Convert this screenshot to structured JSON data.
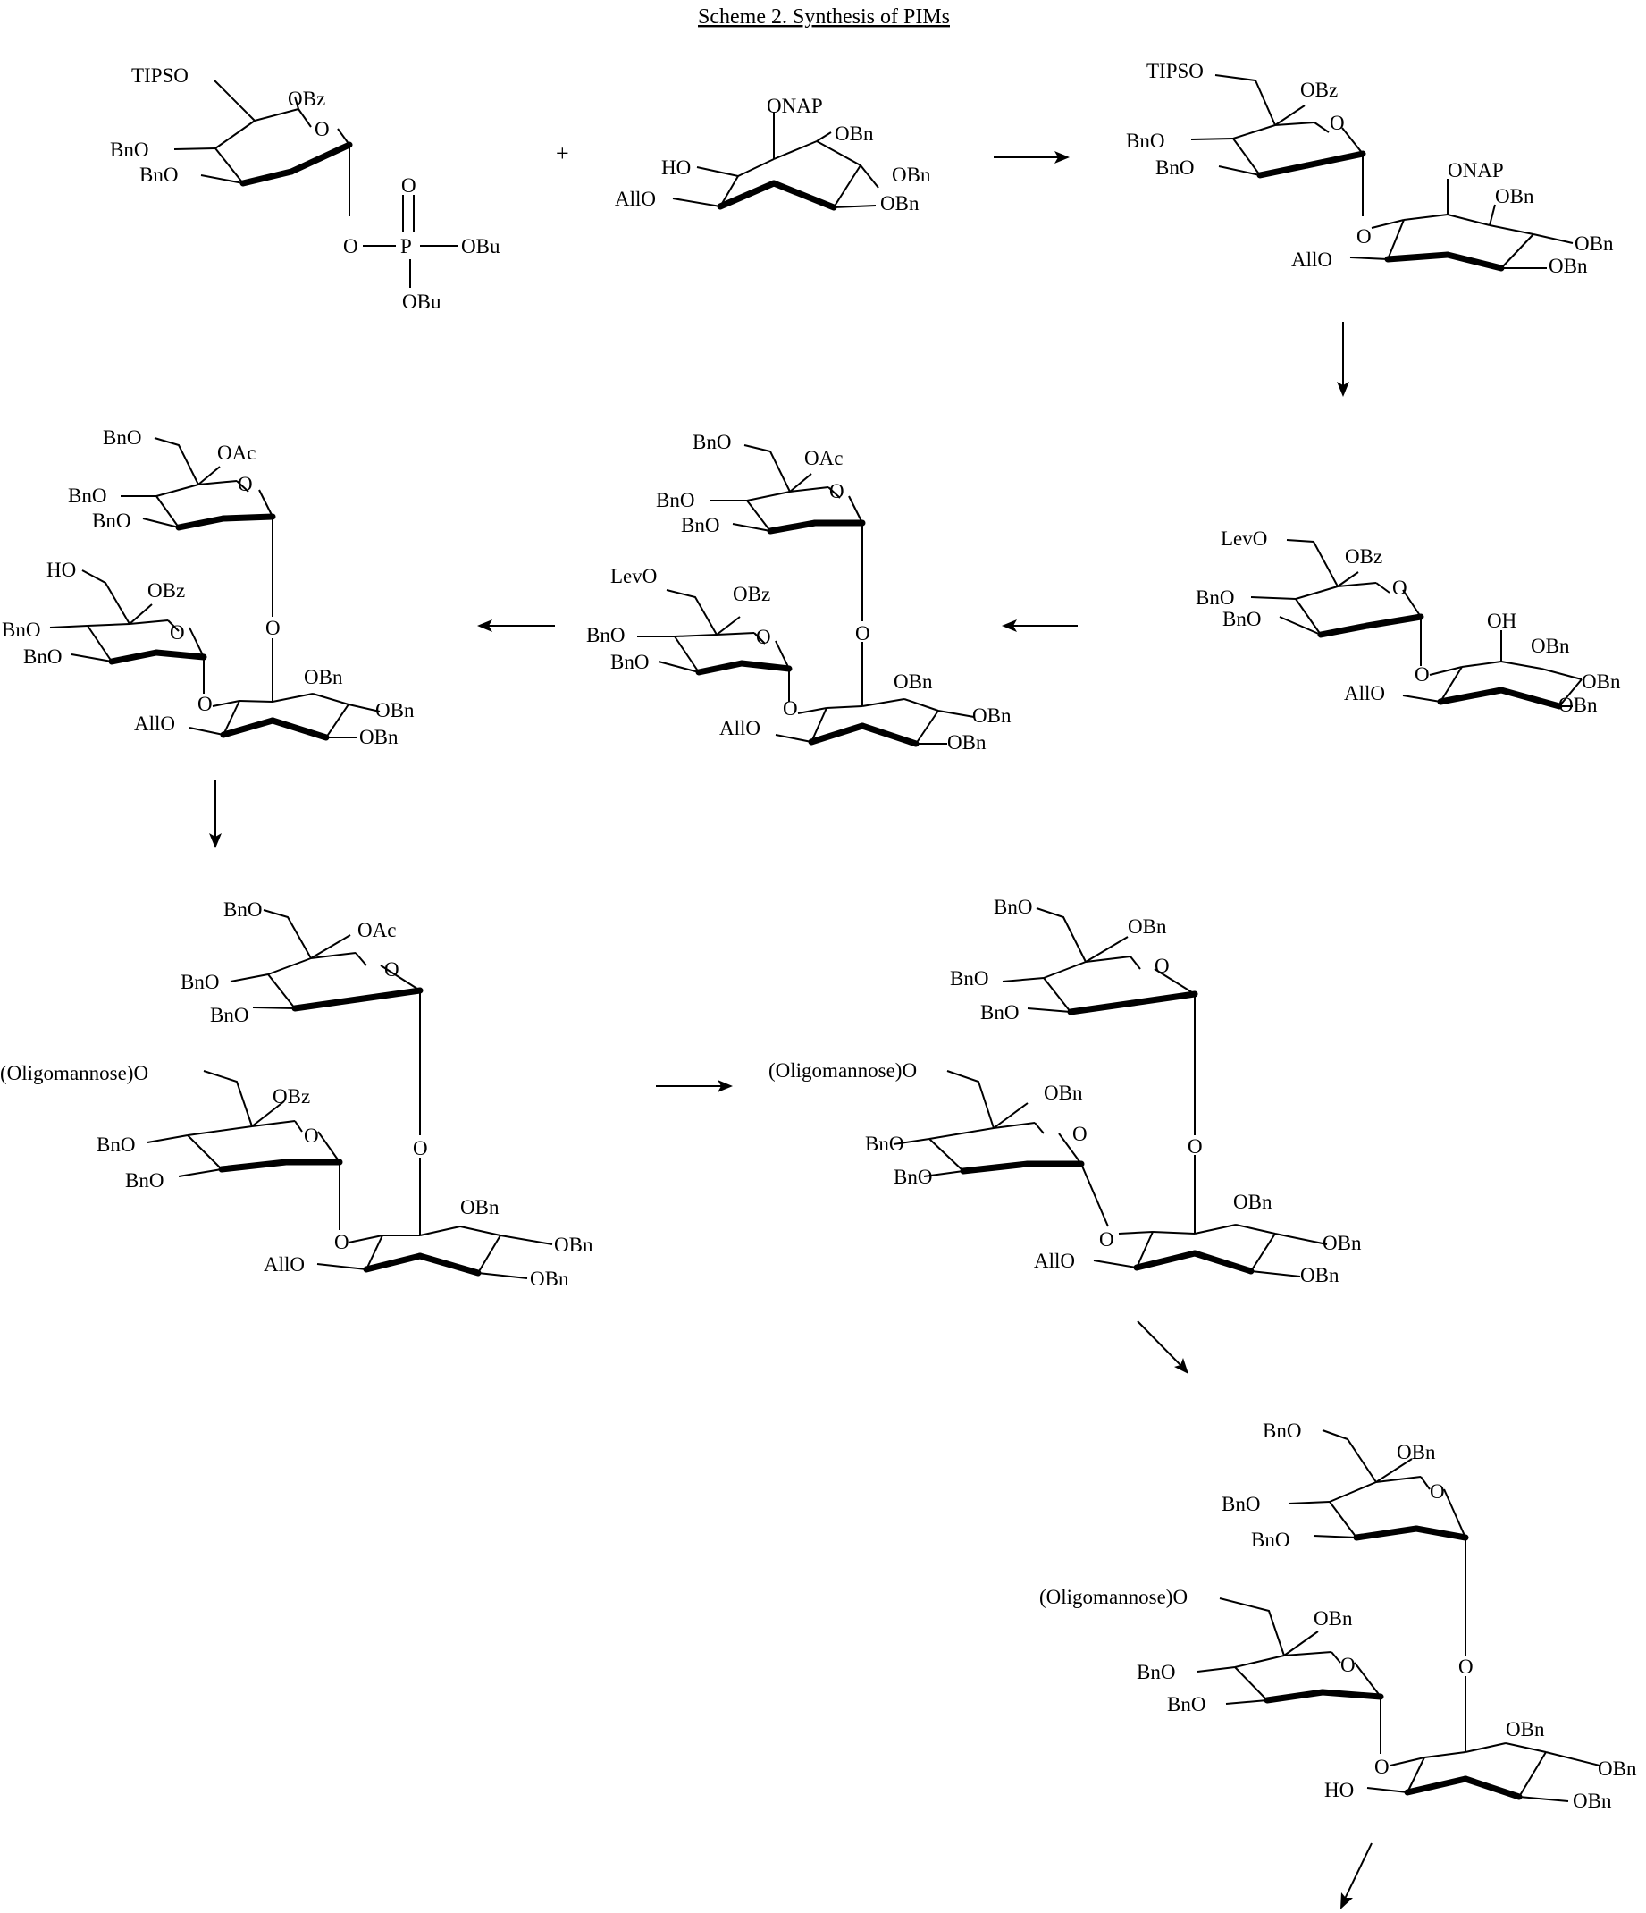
{
  "title": "Scheme 2. Synthesis of PIMs",
  "plus": "+",
  "mol1": {
    "o6": "TIPSO",
    "o2": "OBz",
    "o4": "BnO",
    "o3": "BnO",
    "ring_o": "O",
    "o1": "O",
    "p": "P",
    "p_o": "O",
    "obu1": "OBu",
    "obu2": "OBu"
  },
  "mol2": {
    "onap": "ONAP",
    "obn1": "OBn",
    "ho": "HO",
    "obn2": "OBn",
    "allo": "AllO",
    "obn3": "OBn"
  },
  "mol3": {
    "o6": "TIPSO",
    "o2": "OBz",
    "o4": "BnO",
    "o3": "BnO",
    "ring_o": "O",
    "link": "O",
    "onap": "ONAP",
    "obn1": "OBn",
    "obn2": "OBn",
    "allo": "AllO",
    "obn3": "OBn"
  },
  "mol4": {
    "o6": "LevO",
    "o2": "OBz",
    "o4": "BnO",
    "o3": "BnO",
    "ring_o": "O",
    "link": "O",
    "oh": "OH",
    "obn1": "OBn",
    "obn2": "OBn",
    "allo": "AllO",
    "obn3": "OBn"
  },
  "mol5": {
    "a_o6": "BnO",
    "a_o2": "OAc",
    "a_o4": "BnO",
    "a_o3": "BnO",
    "a_ring": "O",
    "b_o6": "LevO",
    "b_o2": "OBz",
    "b_o4": "BnO",
    "b_o3": "BnO",
    "b_ring": "O",
    "link1": "O",
    "link2": "O",
    "obn1": "OBn",
    "obn2": "OBn",
    "allo": "AllO",
    "obn3": "OBn"
  },
  "mol6": {
    "a_o6": "BnO",
    "a_o2": "OAc",
    "a_o4": "BnO",
    "a_o3": "BnO",
    "a_ring": "O",
    "b_o6": "HO",
    "b_o2": "OBz",
    "b_o4": "BnO",
    "b_o3": "BnO",
    "b_ring": "O",
    "link1": "O",
    "link2": "O",
    "obn1": "OBn",
    "obn2": "OBn",
    "allo": "AllO",
    "obn3": "OBn"
  },
  "mol7": {
    "a_o6": "BnO",
    "a_o2": "OAc",
    "a_o4": "BnO",
    "a_o3": "BnO",
    "a_ring": "O",
    "b_o6": "(Oligomannose)O",
    "b_o2": "OBz",
    "b_o4": "BnO",
    "b_o3": "BnO",
    "b_ring": "O",
    "link1": "O",
    "link2": "O",
    "obn1": "OBn",
    "obn2": "OBn",
    "allo": "AllO",
    "obn3": "OBn"
  },
  "mol8": {
    "a_o6": "BnO",
    "a_o2": "OBn",
    "a_o4": "BnO",
    "a_o3": "BnO",
    "a_ring": "O",
    "b_o6": "(Oligomannose)O",
    "b_o2": "OBn",
    "b_o4": "BnO",
    "b_o3": "BnO",
    "b_ring": "O",
    "link1": "O",
    "link2": "O",
    "obn1": "OBn",
    "obn2": "OBn",
    "allo": "AllO",
    "obn3": "OBn"
  },
  "mol9": {
    "a_o6": "BnO",
    "a_o2": "OBn",
    "a_o4": "BnO",
    "a_o3": "BnO",
    "a_ring": "O",
    "b_o6": "(Oligomannose)O",
    "b_o2": "OBn",
    "b_o4": "BnO",
    "b_o3": "BnO",
    "b_ring": "O",
    "link1": "O",
    "link2": "O",
    "obn1": "OBn",
    "obn2": "OBn",
    "ho": "HO",
    "obn3": "OBn"
  }
}
